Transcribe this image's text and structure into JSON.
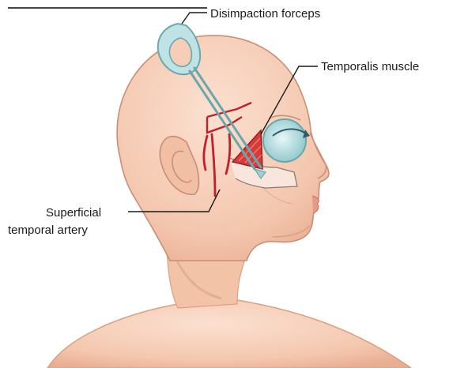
{
  "labels": {
    "forceps": "Disimpaction forceps",
    "temporalis": "Temporalis muscle",
    "artery_line1": "Superficial",
    "artery_line2": "temporal artery"
  },
  "colors": {
    "skin": "#f6cdb6",
    "skin_shadow": "#e5a98e",
    "outline": "#c98e74",
    "artery": "#c0202a",
    "muscle": "#d63a3a",
    "instrument": "#9fd1d4",
    "leader": "#1a1a1a"
  }
}
